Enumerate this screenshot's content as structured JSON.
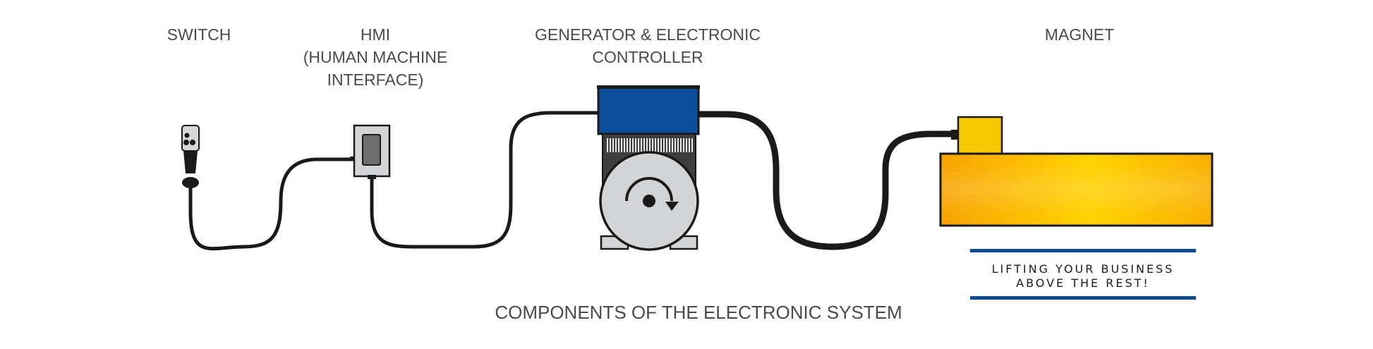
{
  "labels": {
    "switch": "SWITCH",
    "hmi_line1": "HMI",
    "hmi_line2": "(HUMAN MACHINE",
    "hmi_line3": "INTERFACE)",
    "generator_line1": "GENERATOR & ELECTRONIC",
    "generator_line2": "CONTROLLER",
    "magnet": "MAGNET"
  },
  "slogan": {
    "line1": "LIFTING YOUR BUSINESS",
    "line2": "ABOVE THE REST!"
  },
  "caption": "COMPONENTS OF THE ELECTRONIC SYSTEM",
  "colors": {
    "cable": "#1a1a1a",
    "generator_housing": "#0b4f9c",
    "motor_body": "#d3d4d6",
    "magnet_gradient_edge": "#f7a300",
    "magnet_gradient_center": "#ffd200",
    "magnet_connector": "#f5c800",
    "accent_rule": "#0d4a94",
    "label_text": "#4a4a4a"
  },
  "icons": {
    "switch": "pendant-switch-icon",
    "hmi": "hmi-panel-icon",
    "generator": "generator-controller-icon",
    "rotation": "rotation-arrow-icon",
    "magnet": "lifting-magnet-icon"
  }
}
